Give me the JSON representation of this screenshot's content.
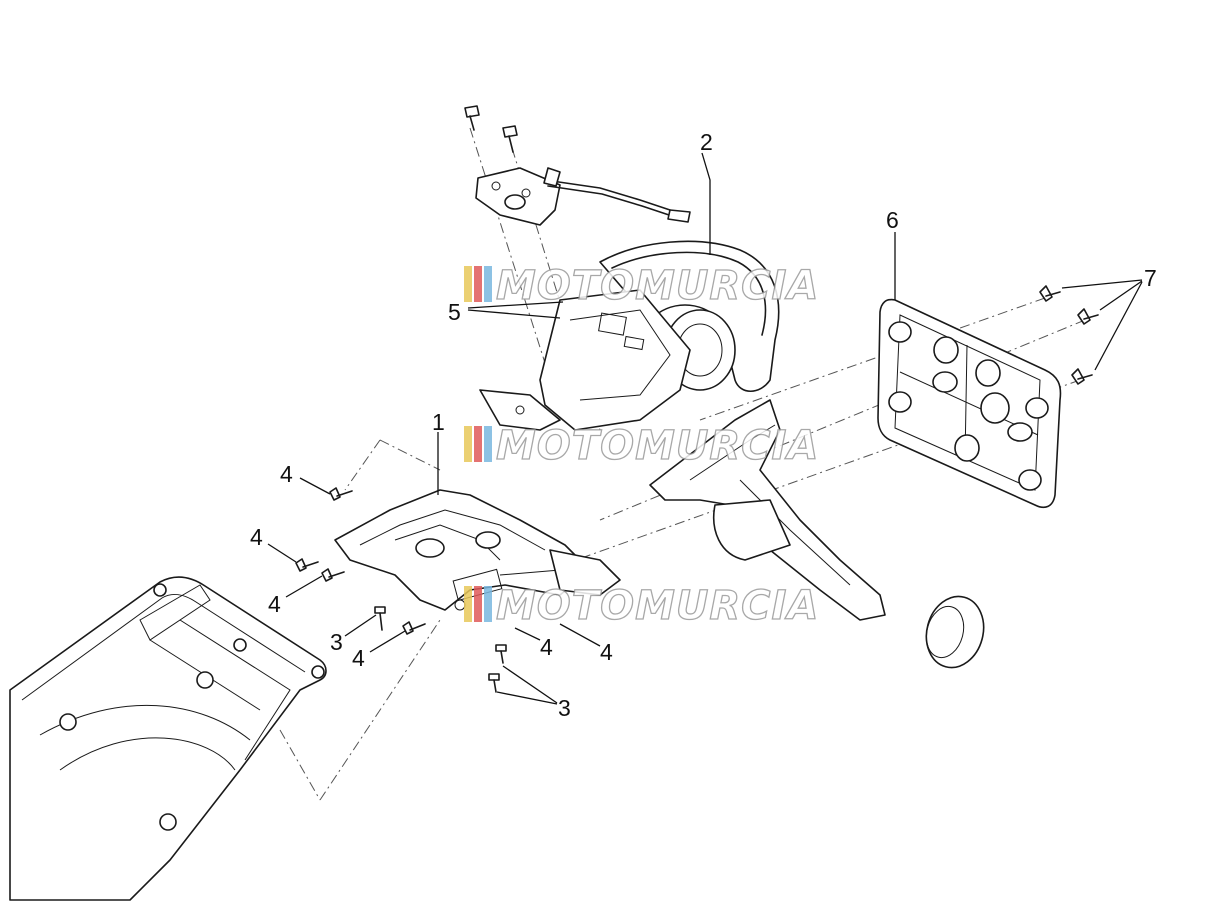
{
  "callouts": [
    "1",
    "2",
    "3",
    "4",
    "5",
    "6",
    "7"
  ],
  "watermark": {
    "text": "MOTOMURCIA",
    "stripe_colors": [
      "#e8c85a",
      "#e05a5a",
      "#7ab8e0"
    ]
  }
}
